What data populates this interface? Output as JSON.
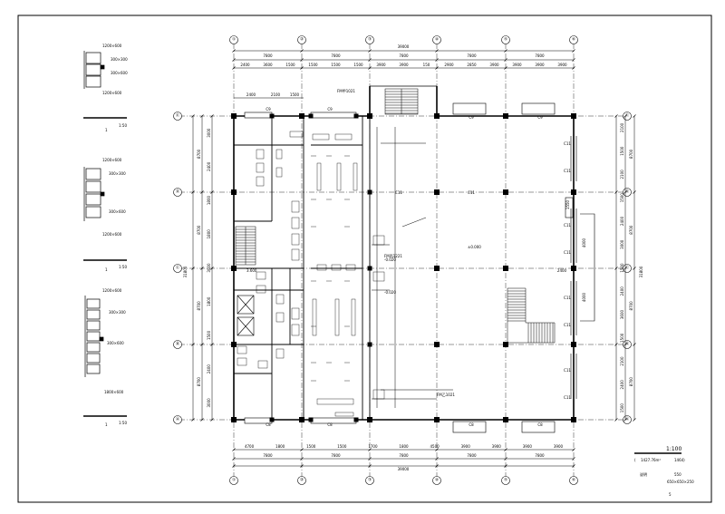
{
  "plan": {
    "col_axes": [
      "①",
      "②",
      "③",
      "④",
      "⑤",
      "⑥"
    ],
    "row_axes": [
      "Ⓐ",
      "Ⓑ",
      "Ⓒ",
      "Ⓓ",
      "Ⓔ"
    ],
    "top_dims_row1": [
      "7800",
      "7800",
      "7800",
      "7800",
      "7800"
    ],
    "top_dims_row2": [
      "2400",
      "3600",
      "1500",
      "1500",
      "1500",
      "1500",
      "3900",
      "3900",
      "150",
      "2900",
      "2850",
      "3900",
      "3900",
      "3900",
      "3900"
    ],
    "top_total": "39000",
    "top_local": [
      "2400",
      "2100",
      "1500"
    ],
    "bottom_dims_row1": [
      "4700",
      "1800",
      "1500",
      "1500",
      "1700",
      "1800",
      "4500",
      "3900",
      "3900",
      "3900",
      "3900"
    ],
    "bottom_dims_row2": [
      "7800",
      "7800",
      "7800",
      "7800",
      "7800"
    ],
    "bottom_total": "39000",
    "left_dims": [
      "3000",
      "2400",
      "1800",
      "1800",
      "3000",
      "1800",
      "1500",
      "2400",
      "3000"
    ],
    "left_main": [
      "8700",
      "8700",
      "8700",
      "8700"
    ],
    "left_total": "31800",
    "right_dims": [
      "2100",
      "1500",
      "2100",
      "1500",
      "2400",
      "3000",
      "1500",
      "2400",
      "3600",
      "1500",
      "2100",
      "2400",
      "1500"
    ],
    "right_main": [
      "8700",
      "8700",
      "8700",
      "8700"
    ],
    "right_total": "31800",
    "room_labels": [
      "C9",
      "C9",
      "C9",
      "C9",
      "C8",
      "C8",
      "C8",
      "C8",
      "C11",
      "C11",
      "C11",
      "C11",
      "C11",
      "C11",
      "C11",
      "C11",
      "C11",
      "C11"
    ],
    "level_marks": [
      "±0.000",
      "-0.020",
      "-0.020",
      "3.600"
    ],
    "inner_dims": [
      "4000",
      "4000",
      "2400",
      "2400",
      "1550",
      "1550"
    ],
    "callouts": [
      "FM甲1021",
      "FM乙1021",
      "FM丙1221"
    ]
  },
  "details": [
    {
      "labels": [
        "1200×600",
        "300×300",
        "300×600",
        "1200×600"
      ],
      "caption": "1",
      "scale": "1:50"
    },
    {
      "labels": [
        "1200×600",
        "300×300",
        "300×600",
        "1200×600"
      ],
      "caption": "1",
      "scale": "1:50"
    },
    {
      "labels": [
        "1200×600",
        "300×300",
        "300×600",
        "1800×600"
      ],
      "caption": "1",
      "scale": "1:50"
    }
  ],
  "title_block": {
    "scale": "1:100",
    "area_line_left": "(",
    "area_value": "1427.76m²",
    "area_right": "1464)",
    "left_note": "说明",
    "right_note": "550",
    "bottom_note": "650×650×250",
    "sheet_no": "5"
  }
}
